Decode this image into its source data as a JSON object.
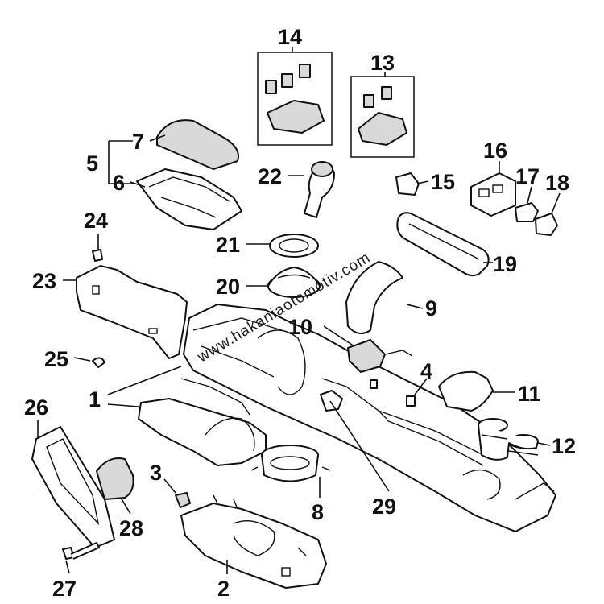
{
  "diagram": {
    "callouts": [
      "1",
      "2",
      "3",
      "4",
      "5",
      "6",
      "7",
      "8",
      "9",
      "10",
      "11",
      "12",
      "13",
      "14",
      "15",
      "16",
      "17",
      "18",
      "19",
      "20",
      "21",
      "22",
      "23",
      "24",
      "25",
      "26",
      "27",
      "28",
      "29"
    ]
  },
  "watermark": "www.hakaniaotomotiv.com",
  "colors": {
    "line": "#111111",
    "fill": "#ffffff",
    "shade": "#d9d9d9"
  }
}
